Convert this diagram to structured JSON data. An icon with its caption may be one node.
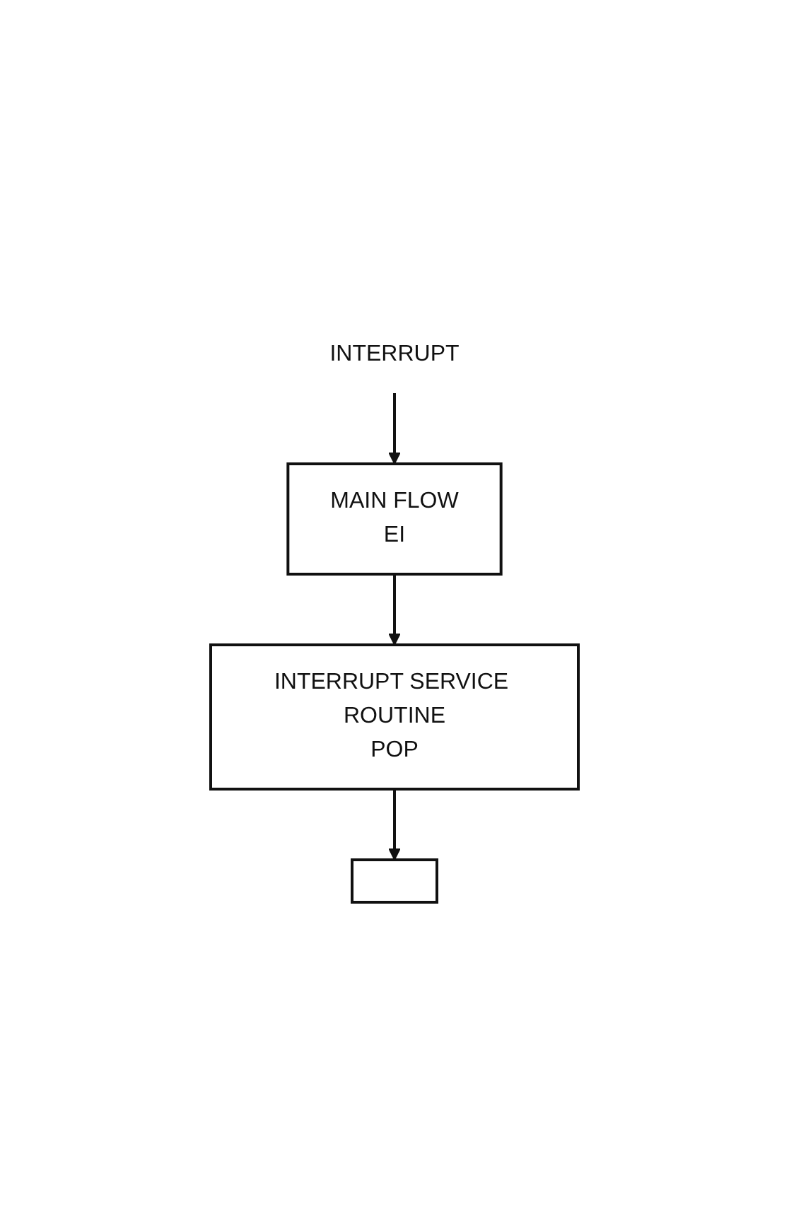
{
  "diagram": {
    "nodes": [
      {
        "text": [
          "MAIN FLOW",
          "EI"
        ]
      },
      {
        "text": [],
        "shape": "box"
      },
      {
        "text": [
          "INTERRUPT SERVICE ROUTINE",
          "POP"
        ]
      },
      {
        "text": [
          "INTERRUPT"
        ]
      }
    ],
    "edges": [
      {
        "from": 3,
        "to": 0,
        "arrow": "to"
      },
      {
        "from": 0,
        "to": 2,
        "arrow": "to"
      },
      {
        "from": 2,
        "to": 1,
        "arrow": "to"
      }
    ]
  }
}
